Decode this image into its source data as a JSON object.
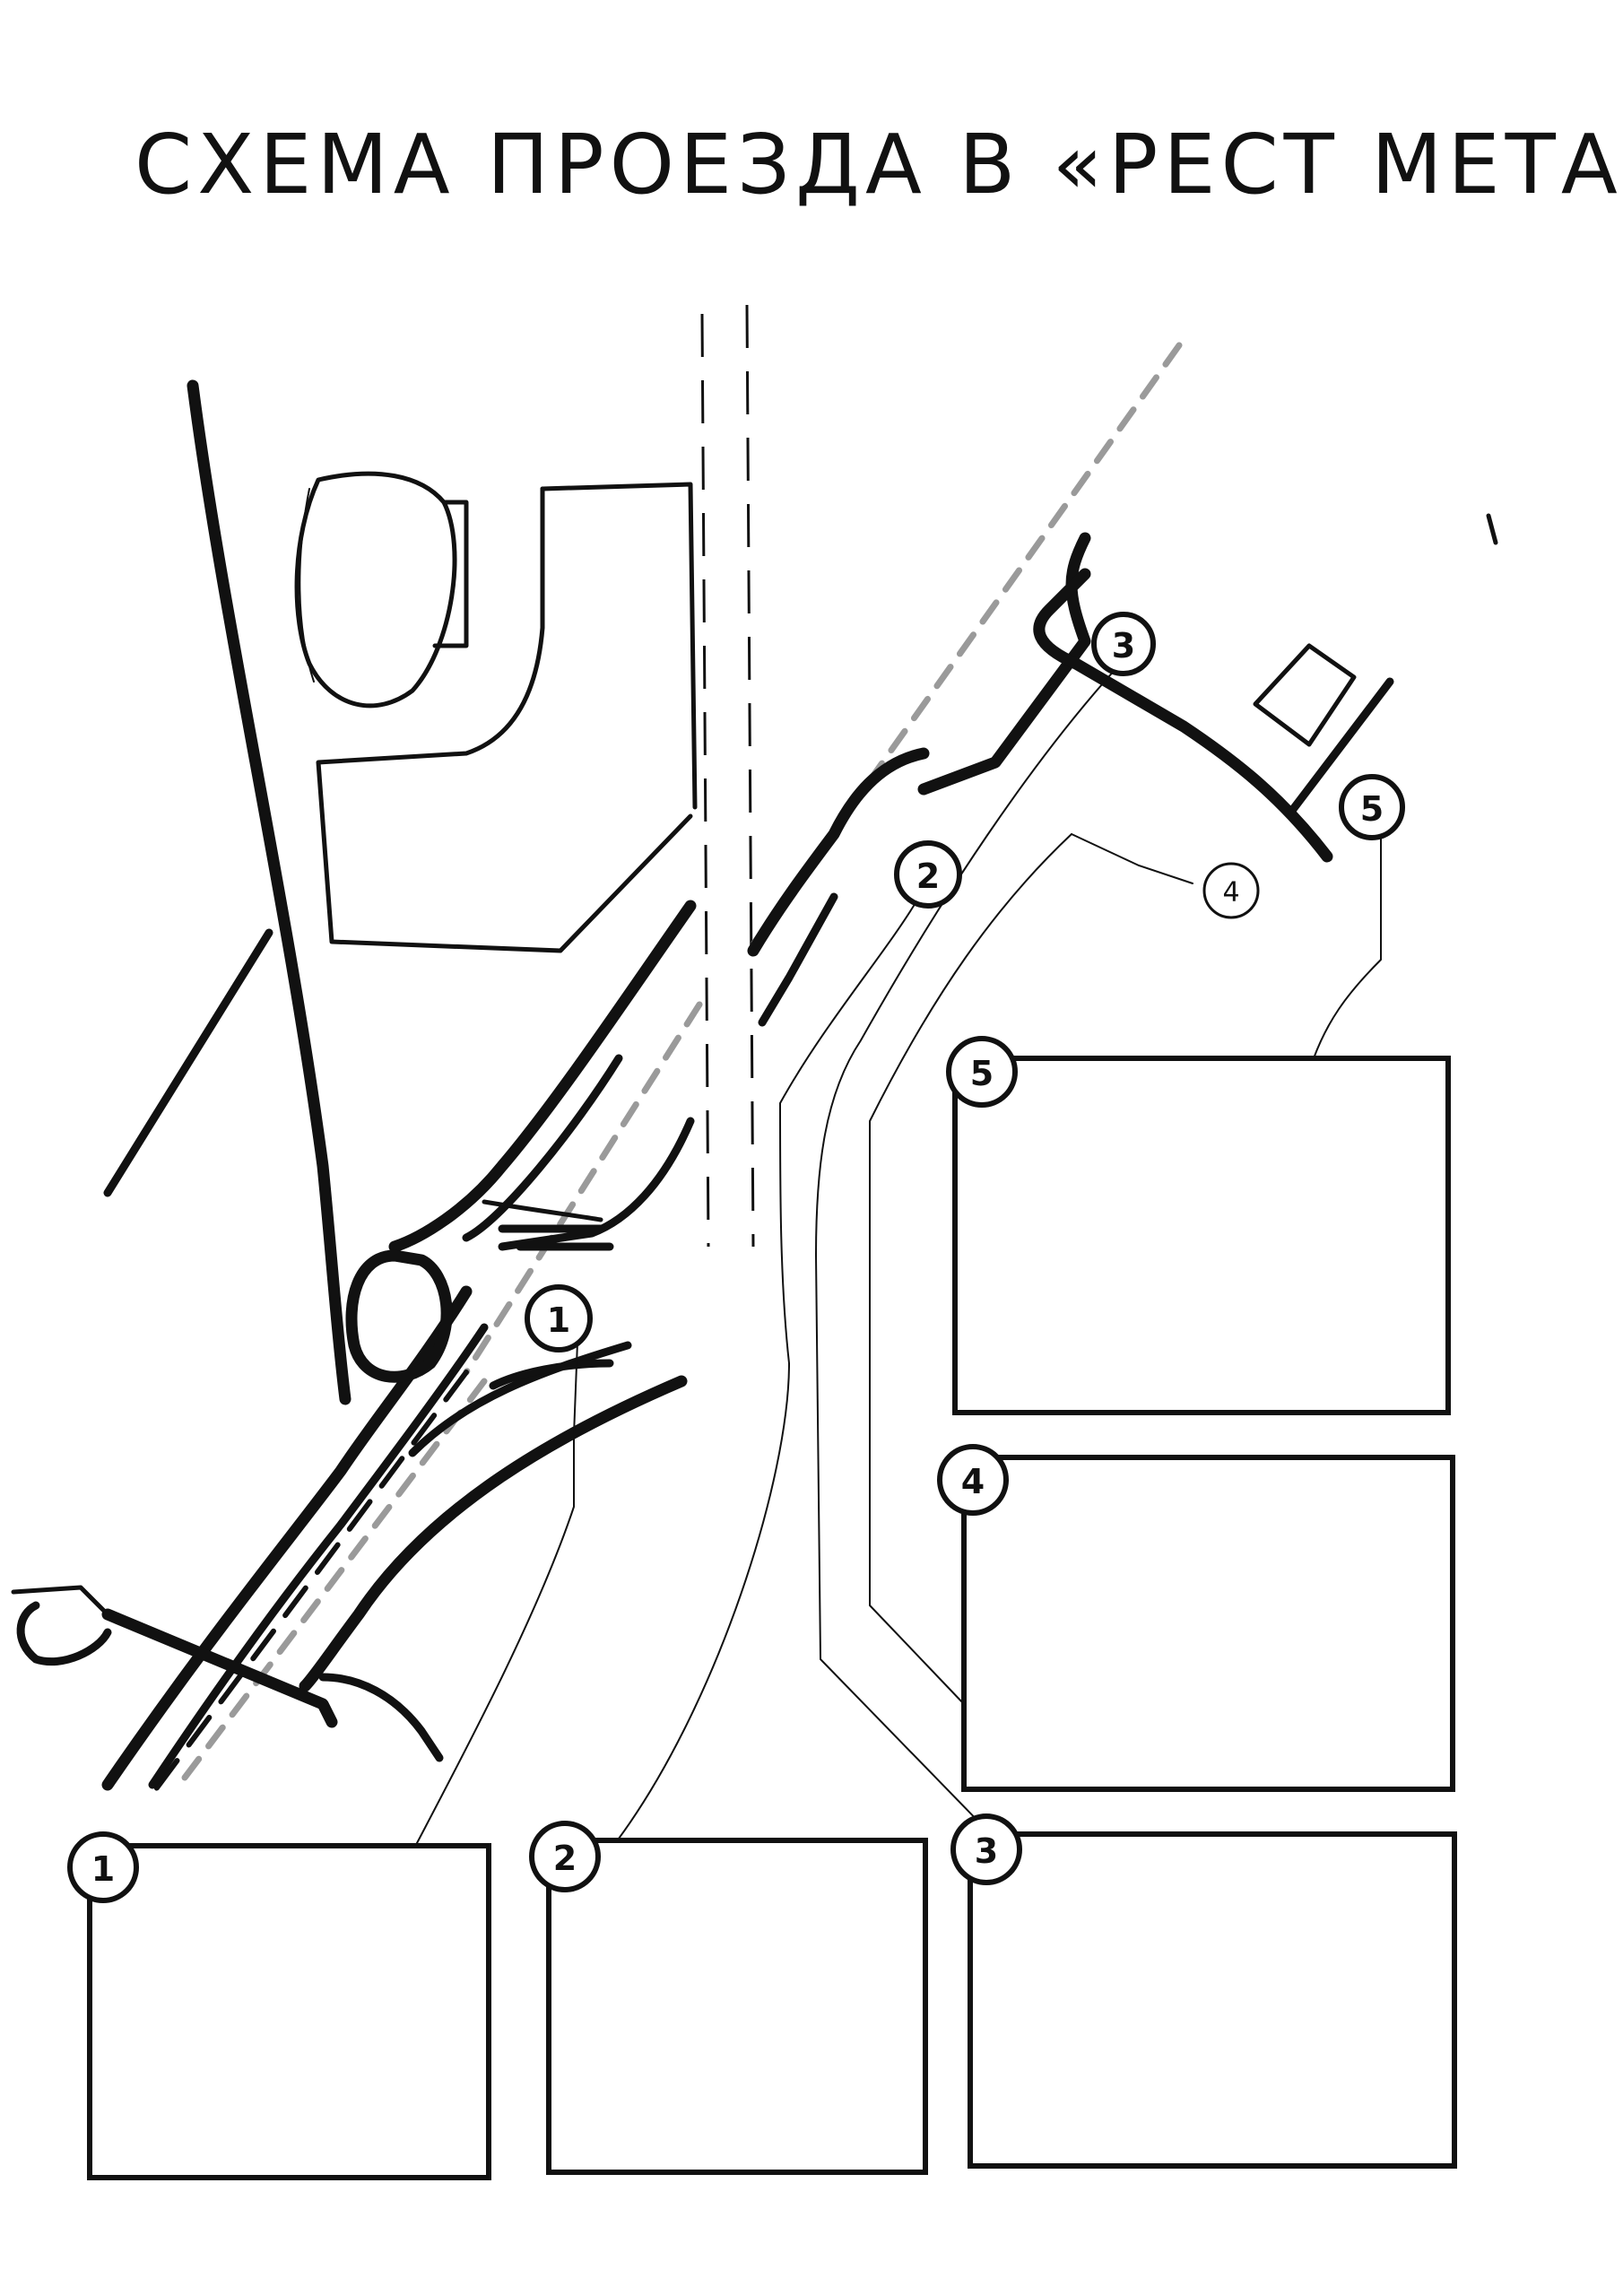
{
  "title": "СХЕМА ПРОЕЗДА В «РЕСТ МЕТАЛЛ»",
  "map_markers": [
    {
      "id": "map-marker-1",
      "label": "1"
    },
    {
      "id": "map-marker-2",
      "label": "2"
    },
    {
      "id": "map-marker-3",
      "label": "3"
    },
    {
      "id": "map-marker-4",
      "label": "4"
    },
    {
      "id": "map-marker-5",
      "label": "5"
    }
  ],
  "photo_frames": [
    {
      "id": "photo-frame-1",
      "label": "1"
    },
    {
      "id": "photo-frame-2",
      "label": "2"
    },
    {
      "id": "photo-frame-3",
      "label": "3"
    },
    {
      "id": "photo-frame-4",
      "label": "4"
    },
    {
      "id": "photo-frame-5",
      "label": "5"
    }
  ],
  "colors": {
    "ink": "#111111",
    "rail_gray": "#9a9a9a",
    "paper": "#ffffff"
  }
}
